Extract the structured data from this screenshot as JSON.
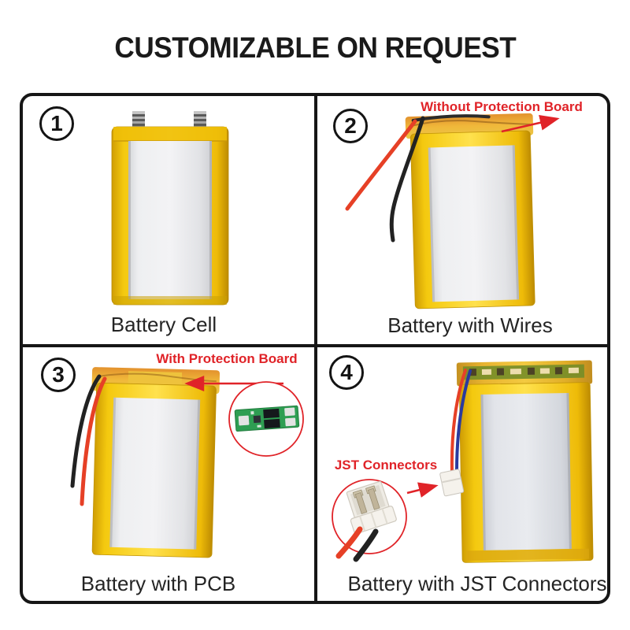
{
  "title": "CUSTOMIZABLE ON REQUEST",
  "colors": {
    "title_text": "#1a1a1a",
    "border_black": "#161616",
    "label_text": "#242424",
    "annotation_red": "#e02328",
    "wire_red": "#e64026",
    "wire_black": "#222222",
    "wire_blue": "#2a3a9e",
    "battery_yellow": "#f2c40e",
    "battery_face_silver": "#e9eaec",
    "pcb_green": "#2e9e52",
    "jst_white": "#f5f2ec"
  },
  "panels": [
    {
      "number": "1",
      "label": "Battery Cell"
    },
    {
      "number": "2",
      "label": "Battery with Wires",
      "annotation": "Without Protection Board"
    },
    {
      "number": "3",
      "label": "Battery with PCB",
      "annotation": "With Protection Board"
    },
    {
      "number": "4",
      "label": "Battery with JST Connectors",
      "annotation": "JST Connectors"
    }
  ]
}
